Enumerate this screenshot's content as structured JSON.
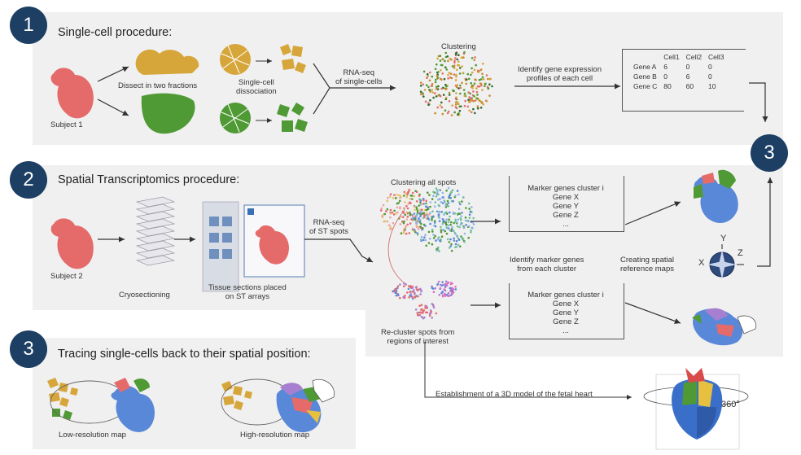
{
  "panel1": {
    "badge": "1",
    "title": "Single-cell procedure:",
    "subject_label": "Subject 1",
    "dissect_label": "Dissect in two fractions",
    "dissociation_label": "Single-cell\ndissociation",
    "rnaseq_label": "RNA-seq\nof single-cells",
    "clustering_label": "Clustering",
    "identify_label": "Identify gene expression\nprofiles of each cell",
    "table": {
      "columns": [
        "",
        "Cell1",
        "Cell2",
        "Cell3"
      ],
      "rows": [
        [
          "Gene A",
          "6",
          "0",
          "0"
        ],
        [
          "Gene B",
          "0",
          "6",
          "0"
        ],
        [
          "Gene C",
          "80",
          "60",
          "10"
        ]
      ]
    }
  },
  "panel2": {
    "badge": "2",
    "title": "Spatial Transcriptomics procedure:",
    "subject_label": "Subject 2",
    "cryo_label": "Cryosectioning",
    "tissue_label": "Tissue sections placed\non ST arrays",
    "rnaseq_label": "RNA-seq\nof ST spots",
    "clustering_all_label": "Clustering all spots",
    "recluster_label": "Re-cluster spots from\nregions of interest",
    "marker_box_1": [
      "Marker genes cluster i",
      "Gene X",
      "Gene Y",
      "Gene Z",
      "..."
    ],
    "marker_box_2": [
      "Marker genes cluster i",
      "Gene X",
      "Gene Y",
      "Gene Z",
      "..."
    ],
    "identify_marker_label": "Identify marker genes\nfrom each cluster",
    "spatial_maps_label": "Creating spatial\nreference maps",
    "axis_labels": {
      "x": "X",
      "y": "Y",
      "z": "Z"
    },
    "model_label": "Establishment of a 3D model of the fetal heart",
    "rotation_label": "360°"
  },
  "panel3": {
    "badge": "3",
    "badge_right": "3",
    "title": "Tracing single-cells back to their spatial position:",
    "low_res_label": "Low-resolution map",
    "high_res_label": "High-resolution map"
  },
  "colors": {
    "badge": "#1c3f63",
    "panel": "#f0f0f0",
    "heart_red": "#e56b6b",
    "tan": "#d6a63a",
    "green": "#4f9a34",
    "blue": "#5a88d8",
    "purple": "#a77fd1"
  }
}
